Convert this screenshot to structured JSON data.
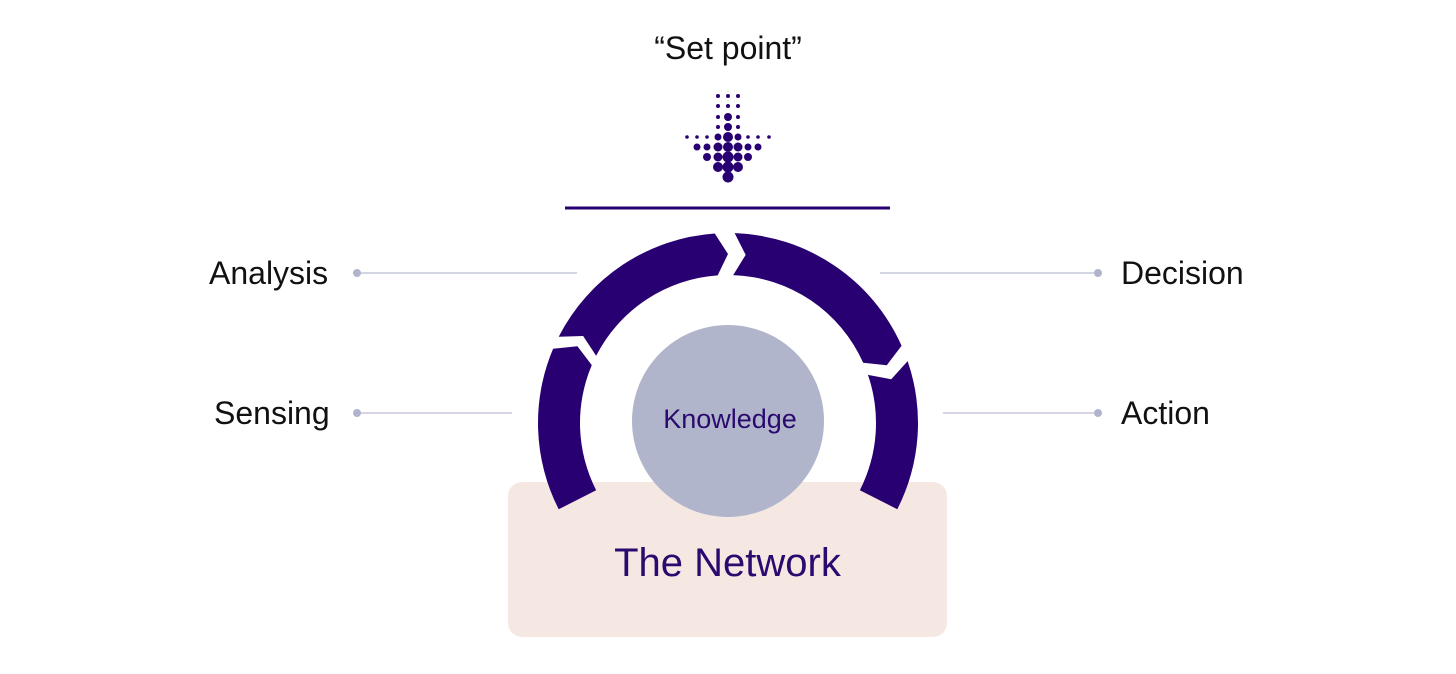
{
  "title": "“Set point”",
  "labels": {
    "analysis": "Analysis",
    "decision": "Decision",
    "sensing": "Sensing",
    "action": "Action"
  },
  "center": "Knowledge",
  "base": "The Network",
  "colors": {
    "primary": "#290071",
    "knowledge": "#b0b5cc",
    "base": "#f5e8e3",
    "connector": "#c5c8dc"
  }
}
